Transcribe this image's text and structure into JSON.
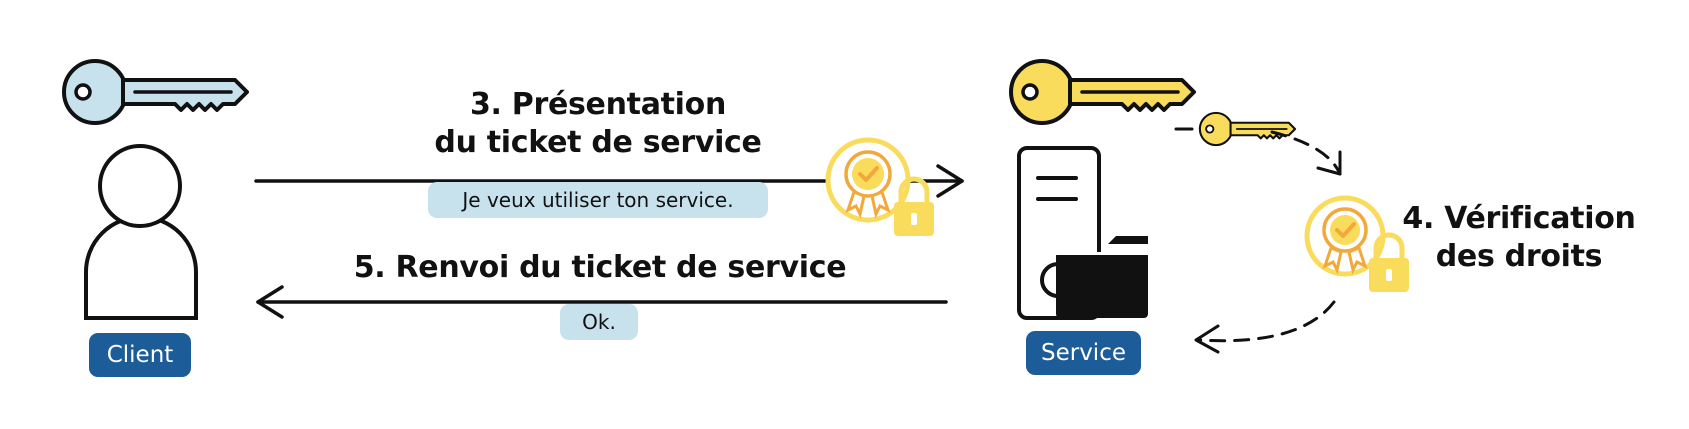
{
  "colors": {
    "client_key": "#c7e1ed",
    "service_key": "#f9dc5c",
    "badge": "#1c5d99",
    "message_bg": "#c7e1ed",
    "certificate": "#f9dc5c",
    "certificate_check": "#f2a83b"
  },
  "client": {
    "label": "Client",
    "key_icon": "key-icon",
    "person_icon": "person-icon"
  },
  "service": {
    "label": "Service",
    "key_icon": "key-icon",
    "server_icon": "server-icon",
    "folder_icon": "folder-icon"
  },
  "steps": {
    "step3_title_line1": "3. Présentation",
    "step3_title_line2": "du ticket de service",
    "step3_message": "Je veux utiliser ton service.",
    "step4_title_line1": "4. Vérification",
    "step4_title_line2": "des droits",
    "step5_title": "5. Renvoi du ticket de service",
    "step5_message": "Ok."
  }
}
